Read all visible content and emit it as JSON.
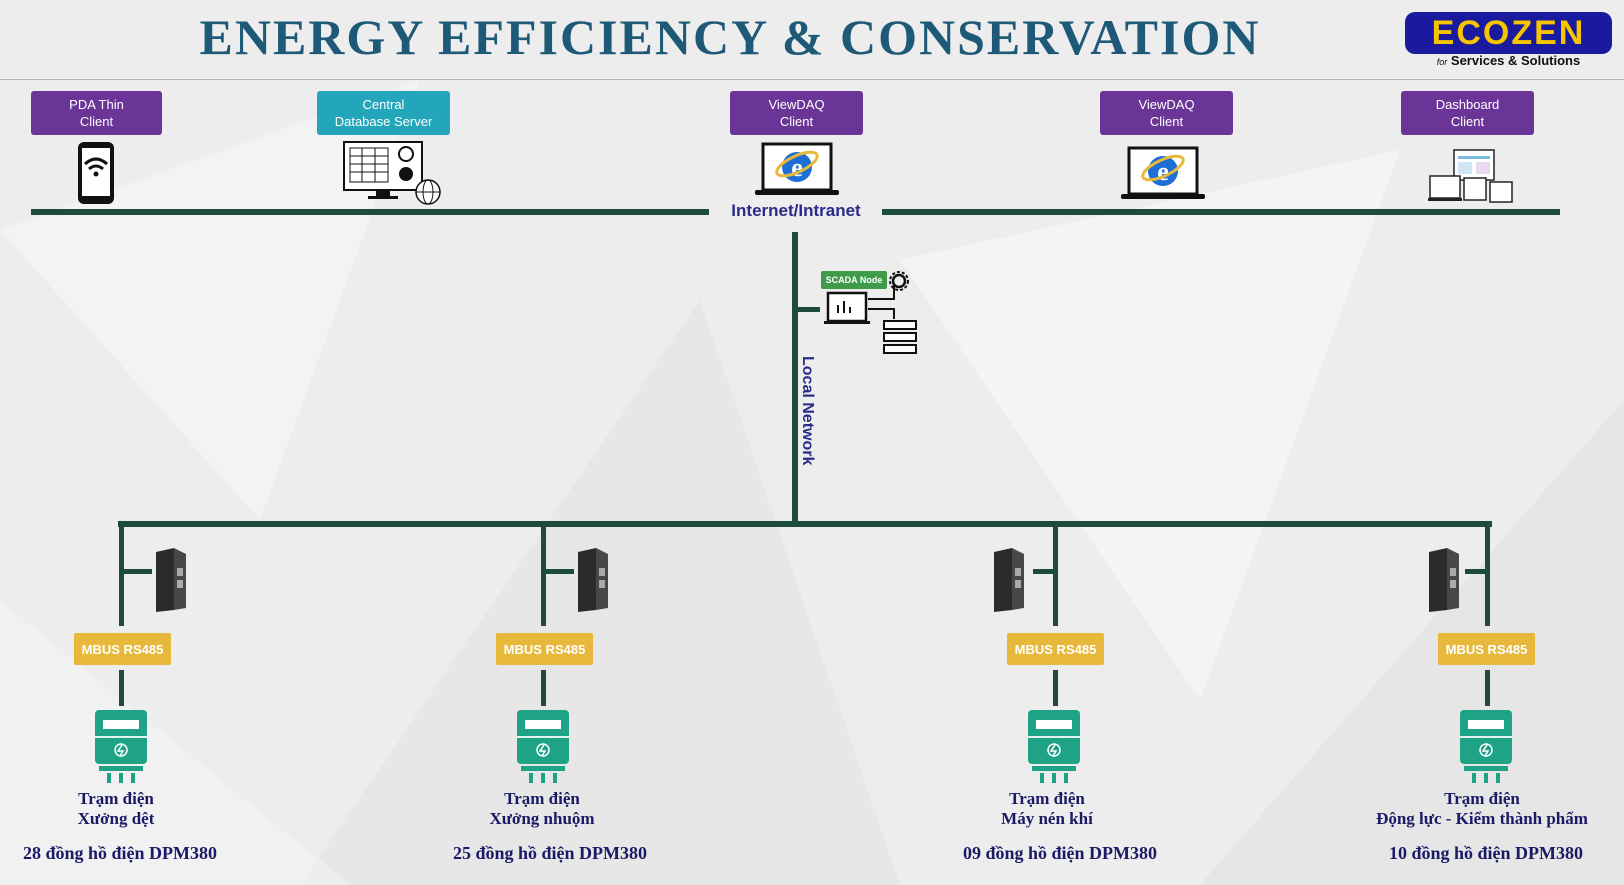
{
  "header": {
    "title": "ENERGY EFFICIENCY & CONSERVATION",
    "logo": {
      "brand": "ECOZEN",
      "tagline_prefix": "for",
      "tagline": "Services & Solutions"
    }
  },
  "clients": [
    {
      "label": "PDA Thin\nClient",
      "icon": "smartphone-wifi-icon"
    },
    {
      "label": "Central\nDatabase Server",
      "icon": "database-monitor-icon"
    },
    {
      "label": "ViewDAQ\nClient",
      "icon": "laptop-browser-icon"
    },
    {
      "label": "ViewDAQ\nClient",
      "icon": "laptop-browser-icon"
    },
    {
      "label": "Dashboard\nClient",
      "icon": "multi-device-icon"
    }
  ],
  "network": {
    "internet_label": "Internet/Intranet",
    "local_label": "Local Network",
    "scada_label": "SCADA Node"
  },
  "stations": [
    {
      "bus": "MBUS RS485",
      "name_line1": "Trạm điện",
      "name_line2": "Xưởng dệt",
      "meters": "28 đồng hồ điện DPM380"
    },
    {
      "bus": "MBUS RS485",
      "name_line1": "Trạm điện",
      "name_line2": "Xưởng nhuộm",
      "meters": "25 đồng hồ điện DPM380"
    },
    {
      "bus": "MBUS RS485",
      "name_line1": "Trạm điện",
      "name_line2": "Máy nén khí",
      "meters": "09 đồng hồ điện DPM380"
    },
    {
      "bus": "MBUS RS485",
      "name_line1": "Trạm điện",
      "name_line2": "Động lực - Kiểm thành phẩm",
      "meters": "10 đồng hồ điện DPM380"
    }
  ],
  "colors": {
    "title": "#1e5a78",
    "client_box": "#6b3597",
    "server_box": "#24a6ba",
    "bus_line": "#1d4c3e",
    "mbus_box": "#e8b83a",
    "meter": "#1ea387",
    "scada": "#3f9b4a"
  }
}
